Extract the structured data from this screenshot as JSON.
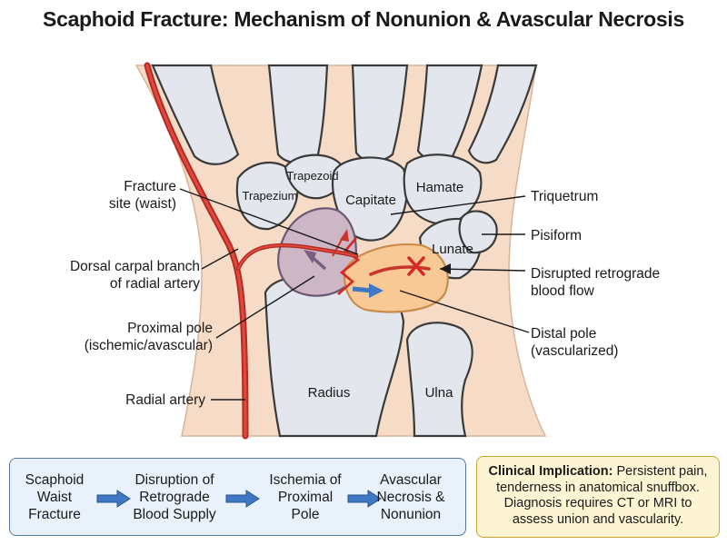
{
  "title": "Scaphoid Fracture: Mechanism of Nonunion & Avascular Necrosis",
  "bones": {
    "trapezoid": "Trapezoid",
    "trapezium": "Trapezium",
    "capitate": "Capitate",
    "hamate": "Hamate",
    "lunate": "Lunate",
    "radius": "Radius",
    "ulna": "Ulna"
  },
  "labels": {
    "fracture_site": [
      "Fracture",
      "site (waist)"
    ],
    "dorsal_branch": [
      "Dorsal carpal branch",
      "of radial artery"
    ],
    "proximal_pole": [
      "Proximal pole",
      "(ischemic/avascular)"
    ],
    "radial_artery": "Radial artery",
    "triquetrum": "Triquetrum",
    "pisiform": "Pisiform",
    "disrupted_flow": [
      "Disrupted retrograde",
      "blood flow"
    ],
    "distal_pole": [
      "Distal pole",
      "(vascularized)"
    ]
  },
  "flow_steps": [
    [
      "Scaphoid",
      "Waist",
      "Fracture"
    ],
    [
      "Disruption of",
      "Retrograde",
      "Blood Supply"
    ],
    [
      "Ischemia of",
      "Proximal",
      "Pole"
    ],
    [
      "Avascular",
      "Necrosis &",
      "Nonunion"
    ]
  ],
  "clinical": {
    "heading": "Clinical Implication:",
    "text": "Persistent pain, tenderness in anatomical snuffbox. Diagnosis requires CT or MRI to assess union and vascularity."
  },
  "colors": {
    "skin": "#f6dcc6",
    "bone": "#e3e6ec",
    "artery": "#c8342b",
    "ischemic": "#cdb7c6",
    "vascularized": "#f8c994",
    "flow_box": "#e9f2fa",
    "arrow_blue": "#3f77c4",
    "clinical_box": "#fcf4d2"
  }
}
